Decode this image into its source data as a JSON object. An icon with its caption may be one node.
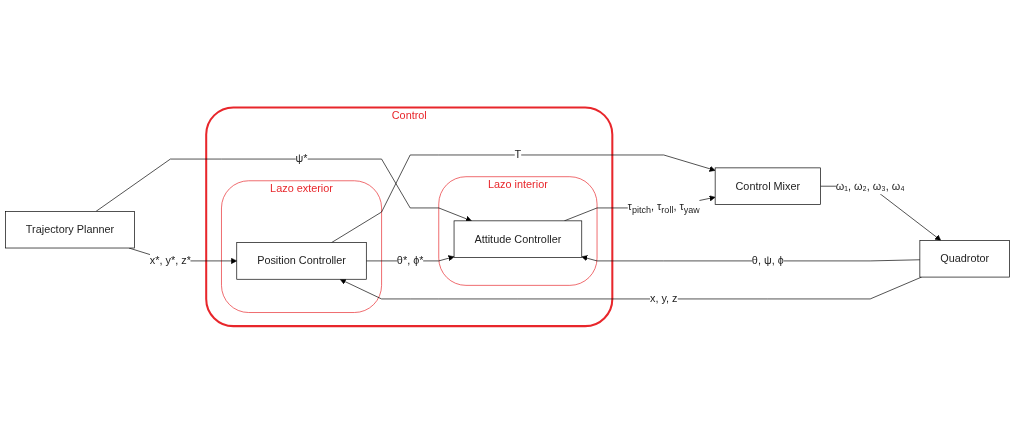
{
  "diagram": {
    "nodes": [
      {
        "text": [
          "Trajectory Planner"
        ]
      },
      {
        "text": [
          "Control"
        ]
      },
      {
        "text": [
          "Lazo exterior"
        ],
        "in": 1
      },
      {
        "text": [
          "Position Controller"
        ],
        "in": 2
      },
      {
        "text": [
          "Lazo interior"
        ],
        "in": 1
      },
      {
        "text": [
          "Attitude Controller"
        ],
        "in": 4
      },
      {
        "text": [
          "Control Mixer"
        ]
      },
      {
        "text": [
          "Quadrotor"
        ]
      }
    ],
    "edges": [
      {
        "from": 0,
        "to": 3,
        "arrow": "to",
        "label": "x*, y*, z*"
      },
      {
        "from": 0,
        "to": 5,
        "arrow": "to",
        "label": "ψ*"
      },
      {
        "from": 3,
        "to": 5,
        "arrow": "to",
        "label": "θ*, ϕ*"
      },
      {
        "from": 3,
        "to": 6,
        "arrow": "to",
        "label": "T"
      },
      {
        "from": 5,
        "to": 6,
        "arrow": "to",
        "label": "τ$_{pitch}$, τ$_{roll}$, τ$_{yaw}$"
      },
      {
        "from": 6,
        "to": 7,
        "arrow": "to",
        "label": "ω₁, ω₂, ω₃, ω₄"
      },
      {
        "from": 7,
        "to": 5,
        "arrow": "to",
        "label": "θ, ψ, ϕ"
      },
      {
        "from": 7,
        "to": 3,
        "arrow": "to",
        "label": "x, y, z"
      }
    ]
  }
}
